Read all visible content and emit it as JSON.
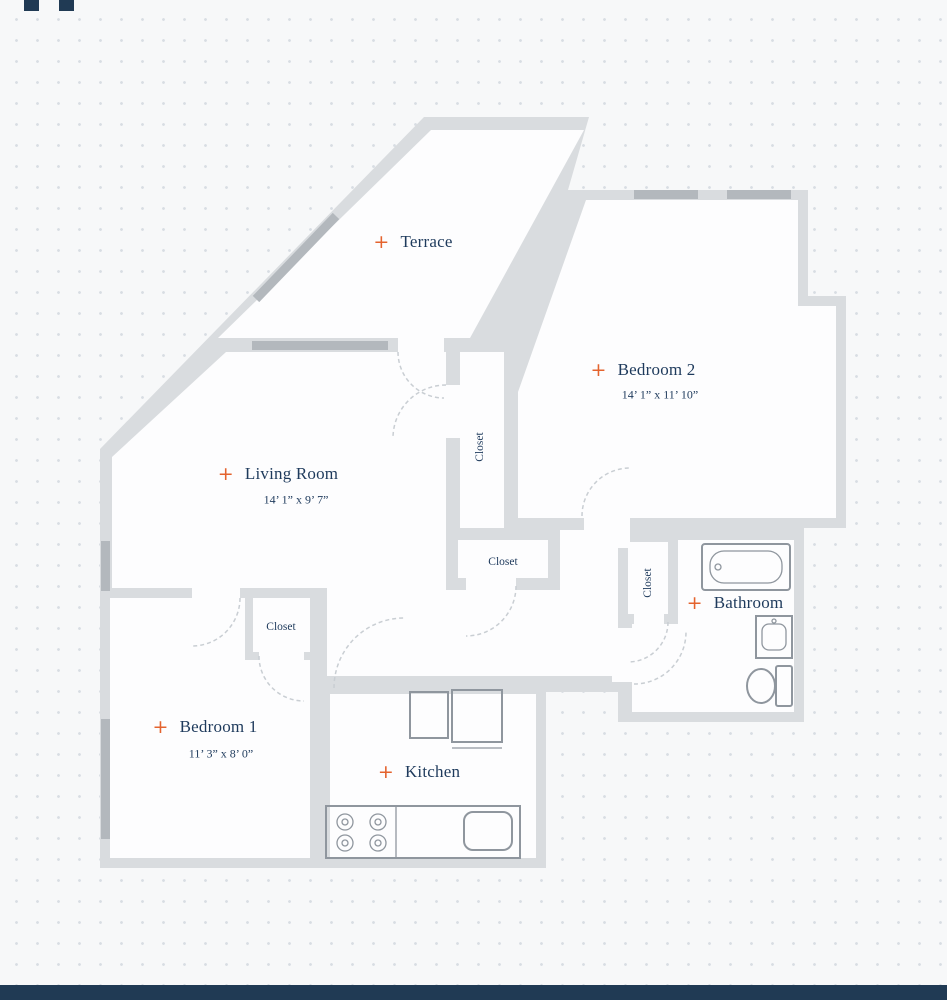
{
  "colors": {
    "background": "#f7f8f9",
    "dot_grid": "#d8dde3",
    "wall": "#d9dcdf",
    "floor": "#fdfdfe",
    "window": "#b3b8bd",
    "fixture_outline": "#8f969e",
    "door_arc": "#c9ced3",
    "label_text": "#1e3a5c",
    "marker": "#e4632e",
    "footer": "#203a54"
  },
  "marker_glyph": "+",
  "rooms": [
    {
      "id": "terrace",
      "label": "Terrace",
      "dimensions": ""
    },
    {
      "id": "bedroom-2",
      "label": "Bedroom 2",
      "dimensions": "14’ 1” x 11’ 10”"
    },
    {
      "id": "living-room",
      "label": "Living Room",
      "dimensions": "14’ 1” x 9’ 7”"
    },
    {
      "id": "bathroom",
      "label": "Bathroom",
      "dimensions": ""
    },
    {
      "id": "bedroom-1",
      "label": "Bedroom 1",
      "dimensions": "11’ 3” x 8’ 0”"
    },
    {
      "id": "kitchen",
      "label": "Kitchen",
      "dimensions": ""
    }
  ],
  "closets": [
    {
      "id": "closet-hall-vertical",
      "label": "Closet"
    },
    {
      "id": "closet-hallway",
      "label": "Closet"
    },
    {
      "id": "closet-bathroom",
      "label": "Closet"
    },
    {
      "id": "closet-bedroom-1",
      "label": "Closet"
    }
  ]
}
